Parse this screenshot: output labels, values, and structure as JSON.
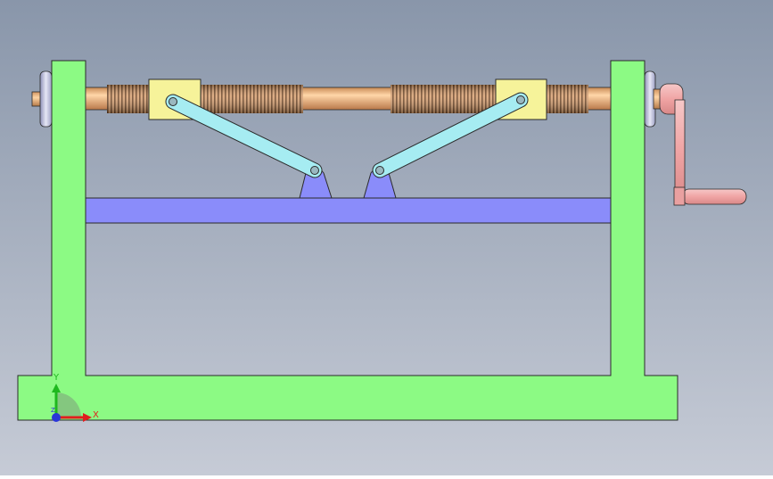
{
  "scene": {
    "background_top": "#8996aa",
    "background_bottom": "#c6cbd6",
    "frame_color": "#8cfa84",
    "crossbar_color": "#8a8cfa",
    "bracket_color": "#8a8cfa",
    "screw_shaft_color": "#f0b883",
    "thread_color": "#b07545",
    "nut_block_color": "#f6f39a",
    "link_color": "#a6ecf2",
    "crank_color": "#f0a9a9",
    "flange_color": "#b9bbd8"
  },
  "triad": {
    "y_label": "Y",
    "x_label": "X",
    "z_label": "Z",
    "x_color": "#e01e1e",
    "y_color": "#1eb81e",
    "z_color": "#2a36d8"
  }
}
